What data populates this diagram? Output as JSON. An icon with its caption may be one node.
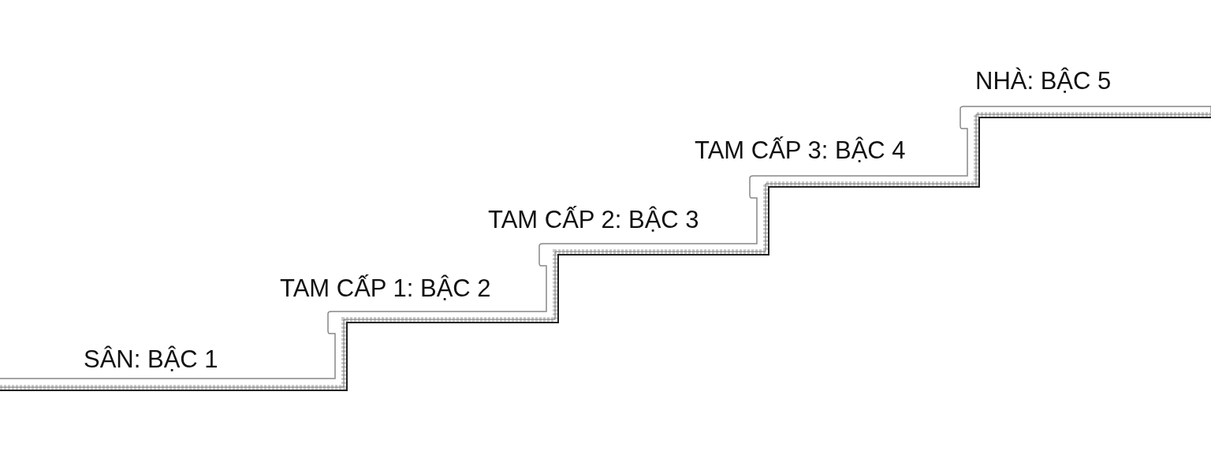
{
  "diagram": {
    "labels": [
      "NHÀ: BẬC 5",
      "TAM CẤP 3: BẬC 4",
      "TAM CẤP 2: BẬC 3",
      "TAM CẤP 1: BẬC 2",
      "SÂN: BẬC 1"
    ]
  }
}
